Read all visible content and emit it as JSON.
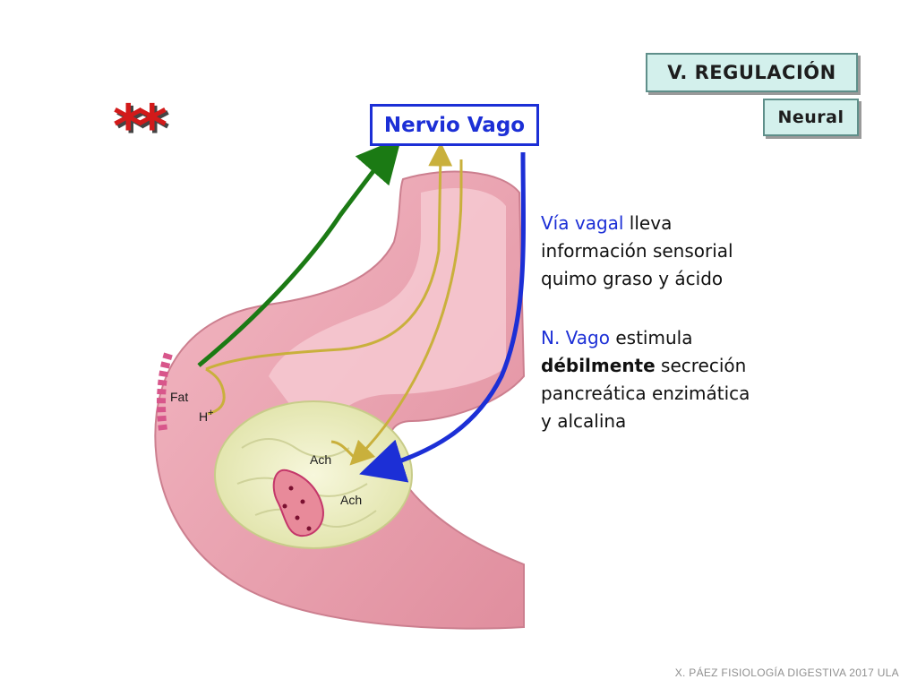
{
  "tags": {
    "regulacion": "V. REGULACIÓN",
    "neural": "Neural"
  },
  "nervio_vago": "Nervio Vago",
  "asterisks": "**",
  "paragraph1": {
    "highlight": "Vía vagal",
    "rest_line1": " lleva",
    "line2": "información sensorial",
    "line3": "quimo graso y ácido"
  },
  "paragraph2": {
    "highlight": "N. Vago",
    "rest_line1": " estimula",
    "bold_word": "débilmente",
    "rest_line2": " secreción",
    "line3": "pancreática enzimática",
    "line4": "y alcalina"
  },
  "diagram_labels": {
    "fat": "Fat",
    "h_plus": "H",
    "plus": "+",
    "ach_upper": "Ach",
    "ach_lower": "Ach"
  },
  "colors": {
    "green_arrow": "#1b7a14",
    "blue_arrow": "#1c2fd6",
    "nerve": "#c9b03c",
    "tissue": "#e89aa8",
    "pancreas": "#eef0c8"
  },
  "footer": "X. PÁEZ   FISIOLOGÍA DIGESTIVA 2017  ULA"
}
